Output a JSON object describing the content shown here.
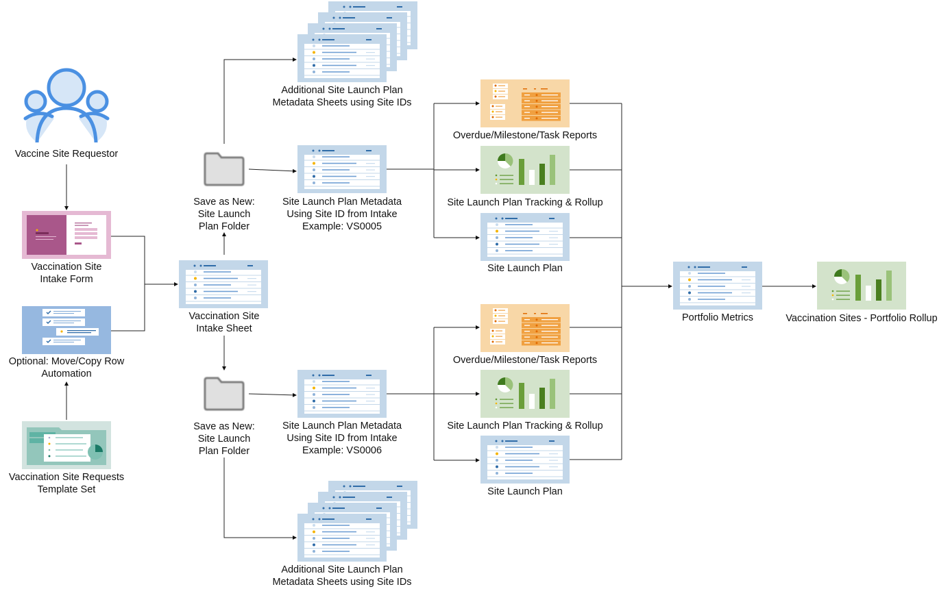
{
  "nodes": {
    "requestor": "Vaccine Site Requestor",
    "intake_form": "Vaccination Site\nIntake Form",
    "move_copy": "Optional: Move/Copy Row\nAutomation",
    "template_set": "Vaccination Site Requests\nTemplate Set",
    "intake_sheet": "Vaccination Site\nIntake Sheet",
    "folder_top": "Save as New:\nSite Launch\nPlan Folder",
    "folder_bottom": "Save as New:\nSite Launch\nPlan Folder",
    "additional_top": "Additional Site Launch Plan\nMetadata Sheets using Site IDs",
    "additional_bottom": "Additional Site Launch Plan\nMetadata Sheets using Site IDs",
    "metadata_top": "Site Launch Plan Metadata\nUsing Site ID from Intake\nExample: VS0005",
    "metadata_bottom": "Site Launch Plan Metadata\nUsing Site ID from Intake\nExample: VS0006",
    "reports_top": "Overdue/Milestone/Task Reports",
    "tracking_top": "Site Launch Plan Tracking & Rollup",
    "plan_top": "Site Launch Plan",
    "reports_bottom": "Overdue/Milestone/Task Reports",
    "tracking_bottom": "Site Launch Plan Tracking & Rollup",
    "plan_bottom": "Site Launch Plan",
    "portfolio_metrics": "Portfolio Metrics",
    "portfolio_rollup": "Vaccination Sites - Portfolio Rollup"
  },
  "colors": {
    "sheet_bg": "#c3d7e9",
    "sheet_accent": "#2f6ca8",
    "report_bg": "#f8d7a7",
    "report_accent": "#f0a040",
    "chart_bg": "#d3e3cb",
    "chart_accent": "#5e962f",
    "form_bg": "#e5b9d3",
    "form_accent": "#a9578a",
    "automation_bg": "#96b8e0",
    "template_bg": "#d2e3df",
    "template_accent": "#5fb3a4",
    "people": "#4a90e2"
  }
}
